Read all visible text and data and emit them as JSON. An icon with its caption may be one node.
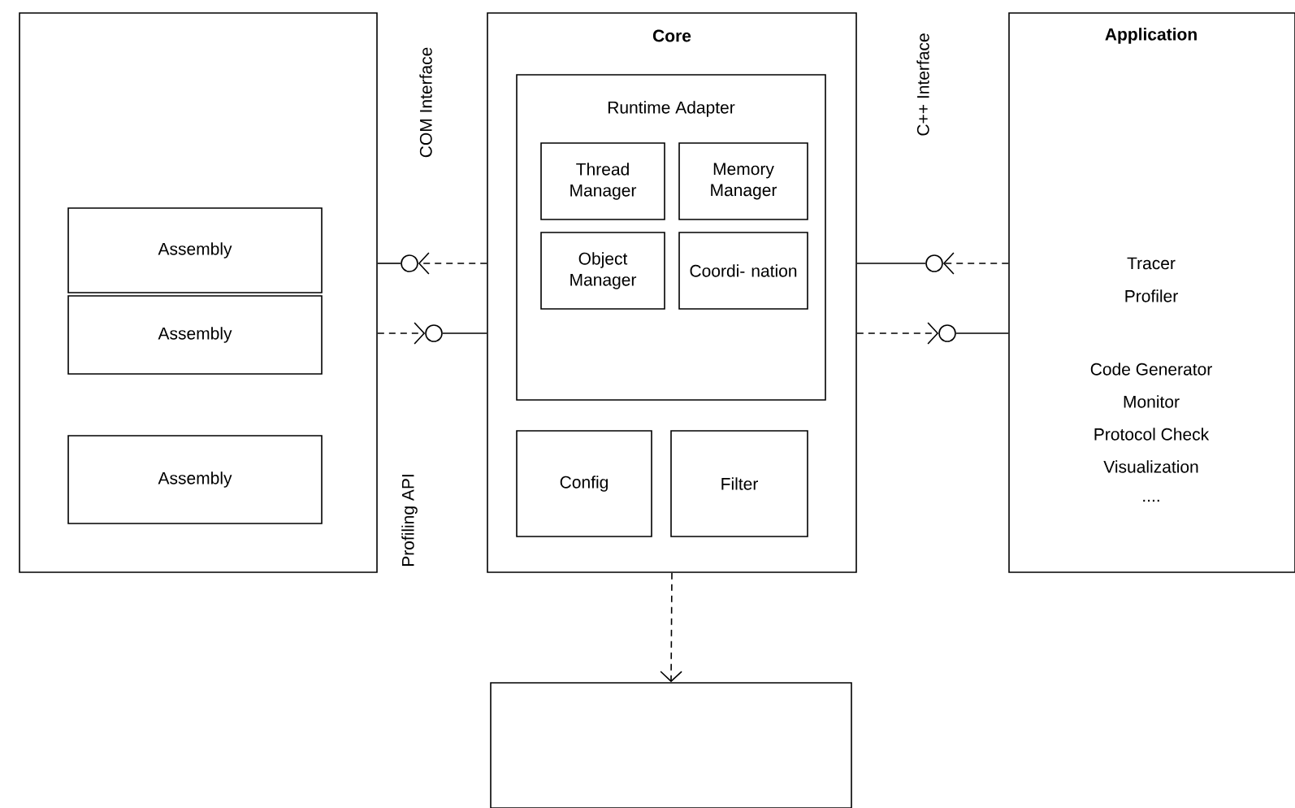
{
  "diagram": {
    "nodes": [
      {
        "text": [],
        "shape": "box"
      },
      {
        "text": [
          "Assembly"
        ],
        "in": 0
      },
      {
        "text": [
          "Assembly"
        ],
        "in": 0
      },
      {
        "text": [
          "Assembly"
        ],
        "in": 0
      },
      {
        "text": [
          "Core"
        ]
      },
      {
        "text": [
          "Runtime Adapter"
        ],
        "in": 4
      },
      {
        "text": [
          "Thread Manager"
        ],
        "in": 5
      },
      {
        "text": [
          "Memory Manager"
        ],
        "in": 5
      },
      {
        "text": [
          "Object Manager"
        ],
        "in": 5
      },
      {
        "text": [
          "Coordi- nation"
        ],
        "in": 5
      },
      {
        "text": [
          "Config"
        ],
        "in": 4
      },
      {
        "text": [
          "Filter"
        ],
        "in": 4
      },
      {
        "text": [
          "Application",
          "Tracer",
          "Profiler",
          "Code Generator",
          "Monitor",
          "Protocol Check",
          "Visualization",
          "...."
        ]
      },
      {
        "text": [],
        "shape": "box"
      },
      {
        "text": [],
        "shape": "circle"
      },
      {
        "text": [],
        "shape": "circle"
      },
      {
        "text": [],
        "shape": "circle"
      },
      {
        "text": [],
        "shape": "circle"
      }
    ],
    "edges": [
      {
        "from": 4,
        "to": 14,
        "arrow": "to",
        "style": "dashed"
      },
      {
        "from": 14,
        "to": 0,
        "arrow": "none"
      },
      {
        "from": 0,
        "to": 15,
        "arrow": "to",
        "style": "dashed"
      },
      {
        "from": 15,
        "to": 4,
        "arrow": "none"
      },
      {
        "from": 12,
        "to": 16,
        "arrow": "to",
        "style": "dashed"
      },
      {
        "from": 16,
        "to": 4,
        "arrow": "none"
      },
      {
        "from": 4,
        "to": 17,
        "arrow": "to",
        "style": "dashed"
      },
      {
        "from": 17,
        "to": 12,
        "arrow": "none"
      },
      {
        "from": 4,
        "to": 13,
        "arrow": "to",
        "style": "dashed"
      }
    ],
    "labels": [
      "COM Interface",
      "C++ Interface",
      "Profiling API"
    ]
  }
}
